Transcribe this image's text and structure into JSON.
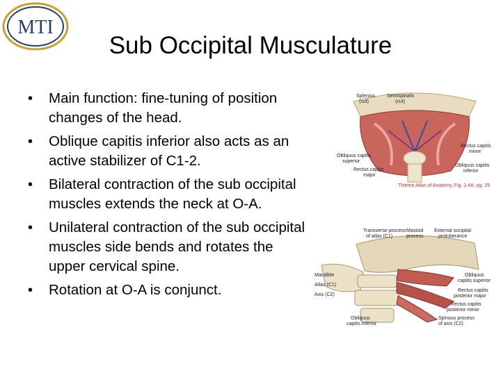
{
  "logo": {
    "text": "MTI",
    "color": "#1f3f73",
    "ring_color": "#c9a227"
  },
  "title": "Sub Occipital Musculature",
  "bullets": [
    "Main function: fine-tuning of position changes of the head.",
    "Oblique capitis inferior also acts as an active stabilizer of C1-2.",
    "Bilateral contraction of the sub occipital muscles extends the neck at O-A.",
    "Unilateral contraction of the sub occipital muscles side bends and rotates the upper cervical spine.",
    "Rotation at O-A is conjunct."
  ],
  "figure_top": {
    "labels": {
      "splenius": "Splenius",
      "splenius_cut": "(cut)",
      "semispinalis": "Semispinalis",
      "semispinalis_cut": "(cut)",
      "rectus_minor_1": "Rectus capitis",
      "rectus_minor_2": "minor",
      "obliquus_sup_1": "Obliquus capitis",
      "obliquus_sup_2": "superior",
      "obliquus_inf_1": "Obliquus capitis",
      "obliquus_inf_2": "inferior",
      "rectus_major_1": "Rectus capitis",
      "rectus_major_2": "major"
    },
    "caption": "Thieme Atlas of Anatomy, Fig. 2.4A, pg. 25"
  },
  "figure_bottom": {
    "labels": {
      "transverse_1": "Transverse process",
      "transverse_2": "of atlas (C1)",
      "mastoid_1": "Mastoid",
      "mastoid_2": "process",
      "ext_occ_1": "External occipital",
      "ext_occ_2": "protuberance",
      "mandible": "Mandible",
      "atlas": "Atlas (C1)",
      "axis": "Axis (C2)",
      "obliquus_sup_1": "Obliquus",
      "obliquus_sup_2": "capitis superior",
      "rect_major_1": "Rectus capitis",
      "rect_major_2": "posterior major",
      "rect_minor_1": "Rectus capitis",
      "rect_minor_2": "posterior minor",
      "spinous_1": "Spinous process",
      "spinous_2": "of axis (C2)",
      "obliquus_inf_1": "Obliquus",
      "obliquus_inf_2": "capitis inferior"
    }
  }
}
